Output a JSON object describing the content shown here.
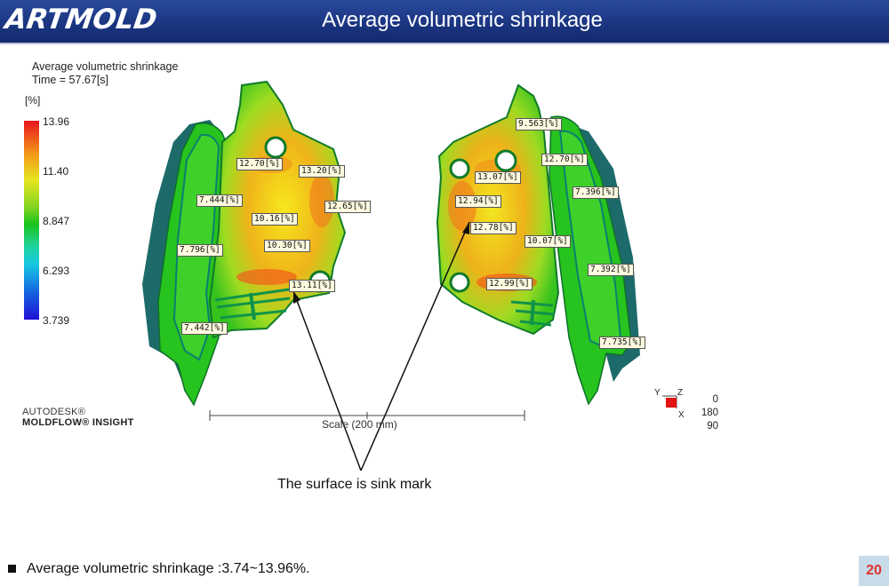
{
  "header": {
    "logo_text": "ARTMOLD",
    "title": "Average volumetric shrinkage"
  },
  "plot": {
    "title_line1": "Average volumetric shrinkage",
    "title_line2": "Time = 57.67[s]",
    "unit": "[%]",
    "scale_ticks": [
      "13.96",
      "11.40",
      "8.847",
      "6.293",
      "3.739"
    ],
    "scale_bar_label": "Scale (200 mm)",
    "brand_line1": "AUTODESK®",
    "brand_line2": "MOLDFLOW® INSIGHT"
  },
  "probes": {
    "left": [
      "12.70[%]",
      "13.20[%]",
      "7.444[%]",
      "12.65[%]",
      "10.16[%]",
      "7.796[%]",
      "10.30[%]",
      "13.11[%]",
      "7.442[%]"
    ],
    "right": [
      "9.563[%]",
      "12.70[%]",
      "13.07[%]",
      "7.396[%]",
      "12.94[%]",
      "12.78[%]",
      "10.07[%]",
      "7.392[%]",
      "12.99[%]",
      "7.735[%]"
    ]
  },
  "annotation": {
    "caption": "The surface is sink mark"
  },
  "axis_triad": {
    "y": "Y",
    "z": "Z",
    "x": "X",
    "rotations": [
      "0",
      "180",
      "90"
    ]
  },
  "footer": {
    "bullet": "Average volumetric shrinkage :3.74~13.96%.",
    "page_number": "20"
  },
  "colors": {
    "header_bg": "#1b3581",
    "scale_max": "#e8141c",
    "scale_mid": "#18c41b",
    "scale_min": "#1f0fd6",
    "page_number": "#e0322e",
    "page_number_bg": "#c7dbe9"
  }
}
